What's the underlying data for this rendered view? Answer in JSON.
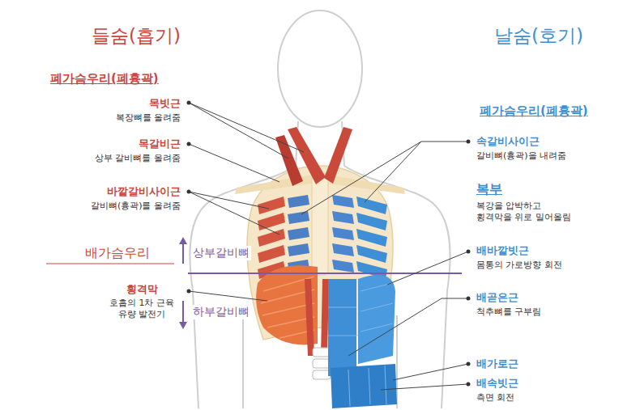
{
  "diagram": {
    "labels": [
      "들숨(흡기)",
      "날숨(호기)",
      "폐가슴우리(폐흉곽)",
      "목빗근",
      "복장뼈를 올려줌",
      "목갈비근",
      "상부 갈비뼈를 올려줌",
      "바깥갈비사이근",
      "갈비뼈(흉곽)를 올려줌",
      "배가슴우리",
      "상부갈비뼈",
      "횡격막",
      "호흡의 1차 근육 유량 발전기",
      "하부갈비뼈",
      "폐가슴우리(폐흉곽)",
      "속갈비사이근",
      "갈비뼈(흉곽)을 내려줌",
      "복부",
      "복강을 압박하고 횡격막을 위로 밀어올림",
      "배바깥빗근",
      "몸통의 가로방향 회전",
      "배곧은근",
      "척추뼈를 구부림",
      "배가로근",
      "배속빗근",
      "측면 회전"
    ]
  }
}
